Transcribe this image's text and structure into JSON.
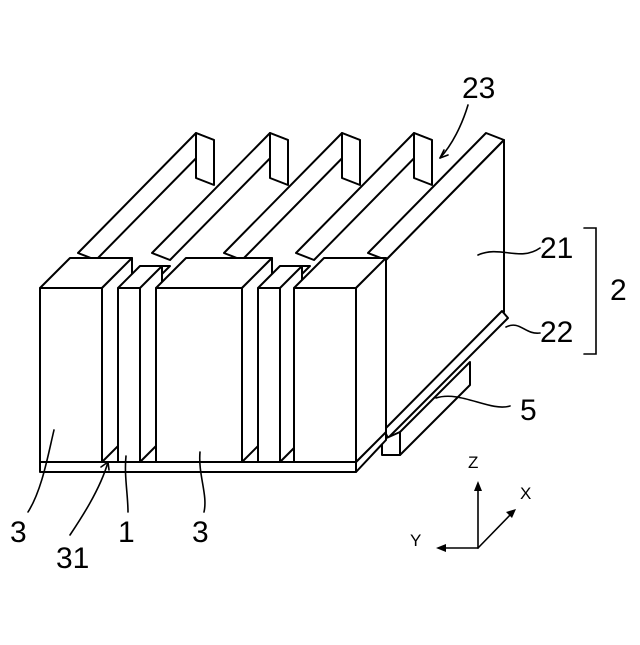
{
  "figure": {
    "labels": {
      "fin_group": "23",
      "fin_plate": "21",
      "device": "2",
      "base_plate": "22",
      "support": "5",
      "block_left": "3",
      "spacer": "31",
      "element": "1",
      "block_center": "3"
    },
    "axes": {
      "z": "Z",
      "x": "X",
      "y": "Y"
    }
  }
}
